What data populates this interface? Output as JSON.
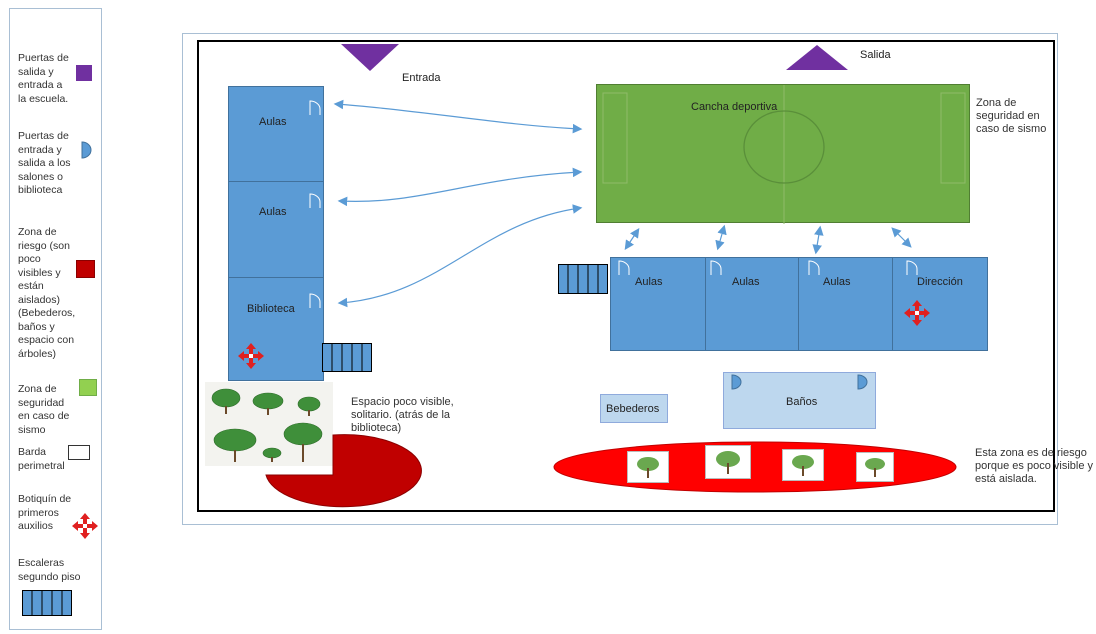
{
  "legend": {
    "exit_doors": "Puertas de salida y entrada a la escuela.",
    "room_doors": "Puertas de entrada y salida a los salones o biblioteca",
    "risk_zone": "Zona de riesgo (son poco visibles y están aislados) (Bebederos, baños y espacio con árboles)",
    "safety_zone": "Zona de seguridad en caso de sismo",
    "perimeter": "Barda perimetral",
    "first_aid": "Botiquín de primeros auxilios",
    "stairs": "Escaleras segundo piso"
  },
  "map": {
    "entrada": "Entrada",
    "salida": "Salida",
    "left_building": [
      "Aulas",
      "Aulas",
      "Biblioteca"
    ],
    "field": "Cancha deportiva",
    "safety_note": "Zona de seguridad en caso de sismo",
    "row_building": [
      "Aulas",
      "Aulas",
      "Aulas",
      "Dirección"
    ],
    "bebederos": "Bebederos",
    "banos": "Baños",
    "hidden_space_note": "Espacio poco visible, solitario. (atrás de la biblioteca)",
    "risk_note": "Esta zona es de riesgo porque es poco visible y está aislada."
  },
  "colors": {
    "door": "#7030a0",
    "building": "#5b9bd5",
    "field": "#70ad47",
    "risk": "#c00000",
    "risk_bright": "#ff0000",
    "first_aid": "#e02020",
    "arrow": "#5b9bd5"
  },
  "icons": [
    "door-triangle-icon",
    "half-circle-door-icon",
    "first-aid-icon",
    "stairs-icon",
    "tree-icon"
  ]
}
